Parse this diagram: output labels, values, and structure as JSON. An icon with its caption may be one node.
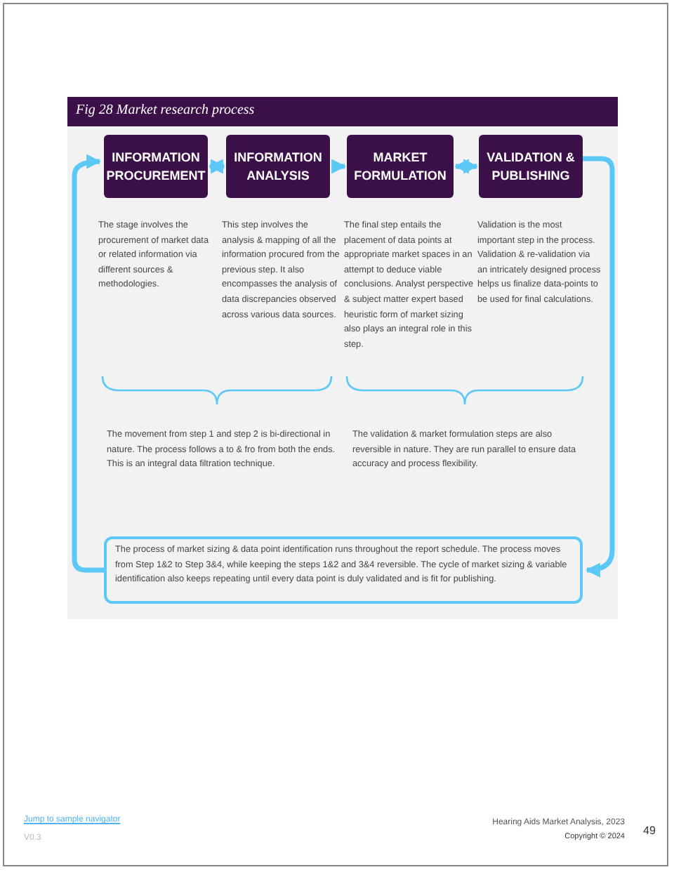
{
  "diagram": {
    "title": "Fig 28 Market research process",
    "nodes": [
      {
        "text": [
          "INFORMATION PROCUREMENT"
        ],
        "beside": [
          "The stage involves the procurement of market data or related information via different sources & methodologies."
        ]
      },
      {
        "text": [
          "INFORMATION ANALYSIS"
        ],
        "beside": [
          "This step involves the analysis & mapping of all the information procured from the previous step. It also encompasses the analysis of data discrepancies observed across various data sources."
        ]
      },
      {
        "text": [
          "MARKET FORMULATION"
        ],
        "beside": [
          "The final step entails the placement of data points at appropriate market spaces in an attempt to deduce viable conclusions. Analyst perspective & subject matter expert based heuristic form of market sizing also plays an integral role in this step."
        ]
      },
      {
        "text": [
          "VALIDATION & PUBLISHING"
        ],
        "beside": [
          "Validation is the most important step in the process. Validation & re-validation via an intricately designed process helps us finalize data-points to be used for final calculations."
        ]
      },
      {
        "text": [
          "The process of market sizing & data point identification runs throughout the report schedule. The process moves from Step 1&2 to Step 3&4, while keeping the steps 1&2 and 3&4 reversible. The cycle of market sizing & variable identification also keeps repeating until every data point is duly validated and is fit for publishing."
        ]
      }
    ],
    "edges": [
      {
        "from": 0,
        "to": 1,
        "arrow": "both"
      },
      {
        "from": 1,
        "to": 2,
        "arrow": "to"
      },
      {
        "from": 2,
        "to": 3,
        "arrow": "both"
      },
      {
        "from": 3,
        "to": 4,
        "arrow": "to"
      },
      {
        "from": 4,
        "to": 0,
        "arrow": "to"
      }
    ],
    "labels": [
      "The movement from step 1 and step 2 is bi-directional in nature. The process follows a to & fro from both the ends. This is an integral data filtration technique.",
      "The validation & market formulation steps are also reversible in nature. They are run parallel to ensure data accuracy and process flexibility.",
      "Jump to sample navigator",
      "V0.3",
      "Hearing Aids Market Analysis, 2023",
      "Copyright © 2024",
      "49"
    ]
  }
}
